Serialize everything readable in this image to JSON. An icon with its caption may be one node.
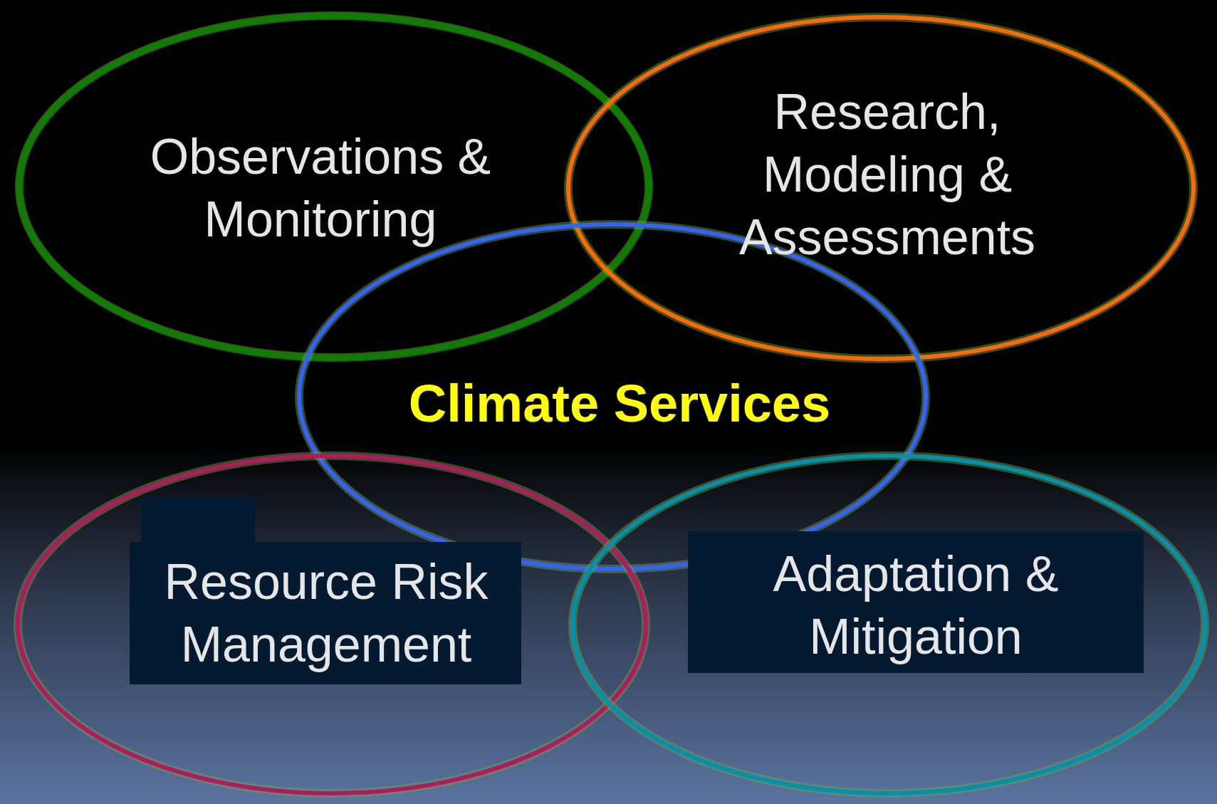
{
  "diagram": {
    "nodes": [
      {
        "text": [
          "Observations & Monitoring"
        ]
      },
      {
        "text": [
          "Research, Modeling & Assessments"
        ]
      },
      {
        "text": [
          "Climate Services"
        ]
      },
      {
        "text": [
          "Resource Risk Management"
        ]
      },
      {
        "text": [
          "Adaptation & Mitigation"
        ]
      }
    ]
  }
}
